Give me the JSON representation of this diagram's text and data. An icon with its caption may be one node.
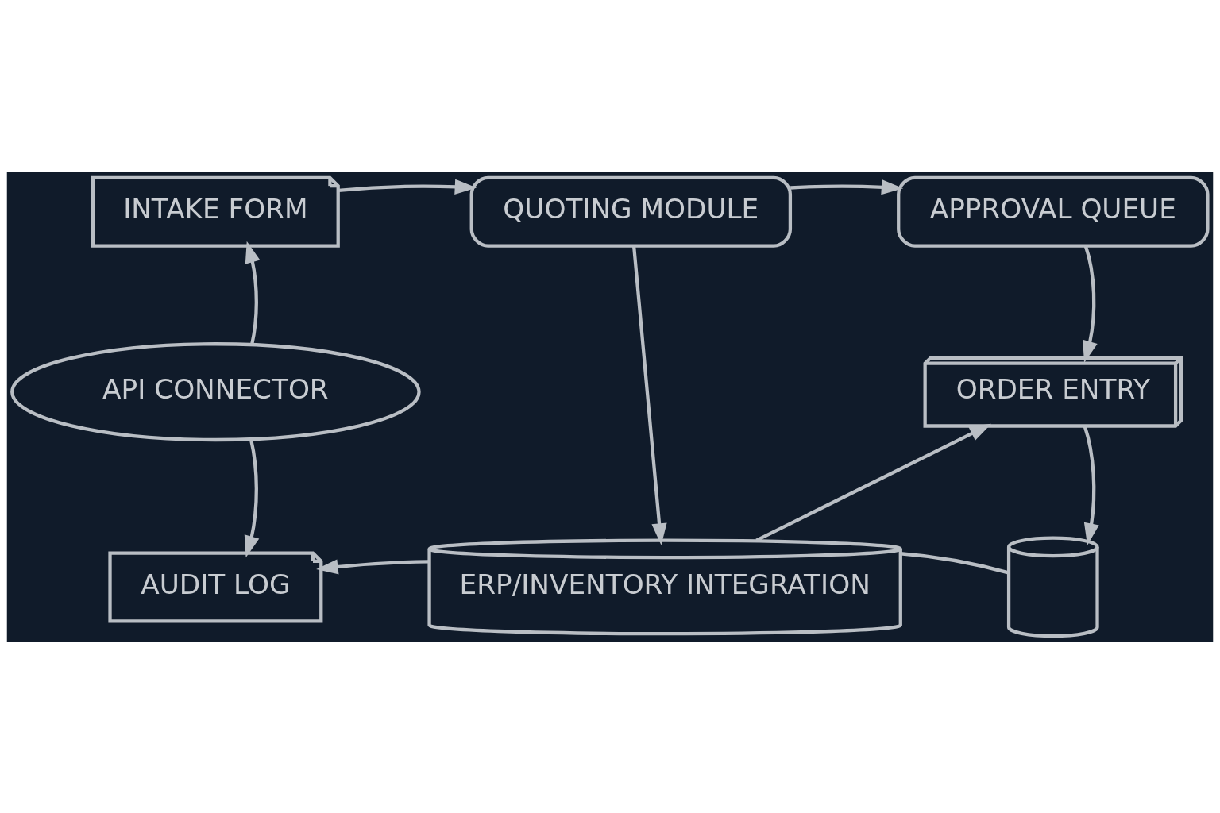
{
  "diagram": {
    "nodes": [
      {
        "text": [
          "INTAKE FORM"
        ]
      },
      {
        "text": [
          "QUOTING MODULE"
        ]
      },
      {
        "text": [
          "APPROVAL QUEUE"
        ]
      },
      {
        "text": [
          "ORDER ENTRY"
        ]
      },
      {
        "text": [
          "ERP/INVENTORY INTEGRATION"
        ]
      },
      {
        "text": [],
        "shape": "cylinder"
      },
      {
        "text": [
          "API CONNECTOR"
        ]
      },
      {
        "text": [
          "AUDIT LOG"
        ]
      }
    ],
    "edges": [
      {
        "from": 0,
        "to": 1,
        "arrow": "to"
      },
      {
        "from": 1,
        "to": 2,
        "arrow": "to"
      },
      {
        "from": 2,
        "to": 3,
        "arrow": "to"
      },
      {
        "from": 1,
        "to": 4,
        "arrow": "to"
      },
      {
        "from": 4,
        "to": 3,
        "arrow": "to"
      },
      {
        "from": 3,
        "to": 5,
        "arrow": "to"
      },
      {
        "from": 4,
        "to": 5,
        "arrow": "none"
      },
      {
        "from": 4,
        "to": 7,
        "arrow": "to"
      },
      {
        "from": 6,
        "to": 0,
        "arrow": "to"
      },
      {
        "from": 6,
        "to": 7,
        "arrow": "to"
      }
    ]
  }
}
